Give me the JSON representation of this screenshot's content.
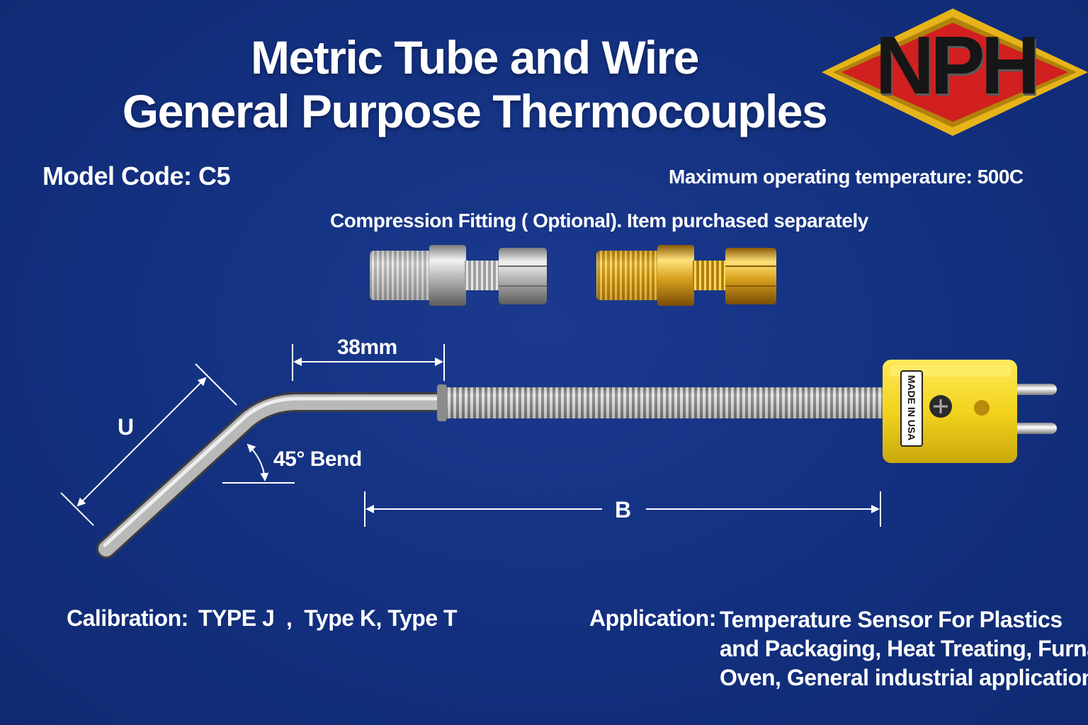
{
  "header": {
    "title_line1": "Metric Tube and Wire",
    "title_line2": "General Purpose Thermocouples"
  },
  "logo": {
    "text": "NPH",
    "colors": {
      "outer": "#e6b419",
      "inner": "#d21f1f",
      "text": "#161616"
    }
  },
  "specs": {
    "model_code": "Model Code: C5",
    "max_temp": "Maximum operating temperature: 500C"
  },
  "fittings": {
    "caption": "Compression Fitting ( Optional). Item purchased separately",
    "items": [
      {
        "name": "stainless-steel-compression-fitting",
        "color": "#b8b8b8"
      },
      {
        "name": "brass-compression-fitting",
        "color": "#d4a020"
      }
    ]
  },
  "dimensions": {
    "straight_length": "38mm",
    "u_label": "U",
    "bend_label": "45° Bend",
    "b_label": "B"
  },
  "connector": {
    "stamp": "MADE IN USA",
    "color": "#f2d41d"
  },
  "calibration": {
    "label": "Calibration:",
    "value": "TYPE J  ,  Type K, Type T"
  },
  "application": {
    "label": "Application:",
    "lines": [
      "Temperature Sensor For Plastics",
      "and Packaging, Heat Treating, Furnace,",
      "Oven, General industrial applications"
    ]
  },
  "colors": {
    "background": "#13307f",
    "text": "#ffffff",
    "probe_steel": "#c9c9c9"
  }
}
